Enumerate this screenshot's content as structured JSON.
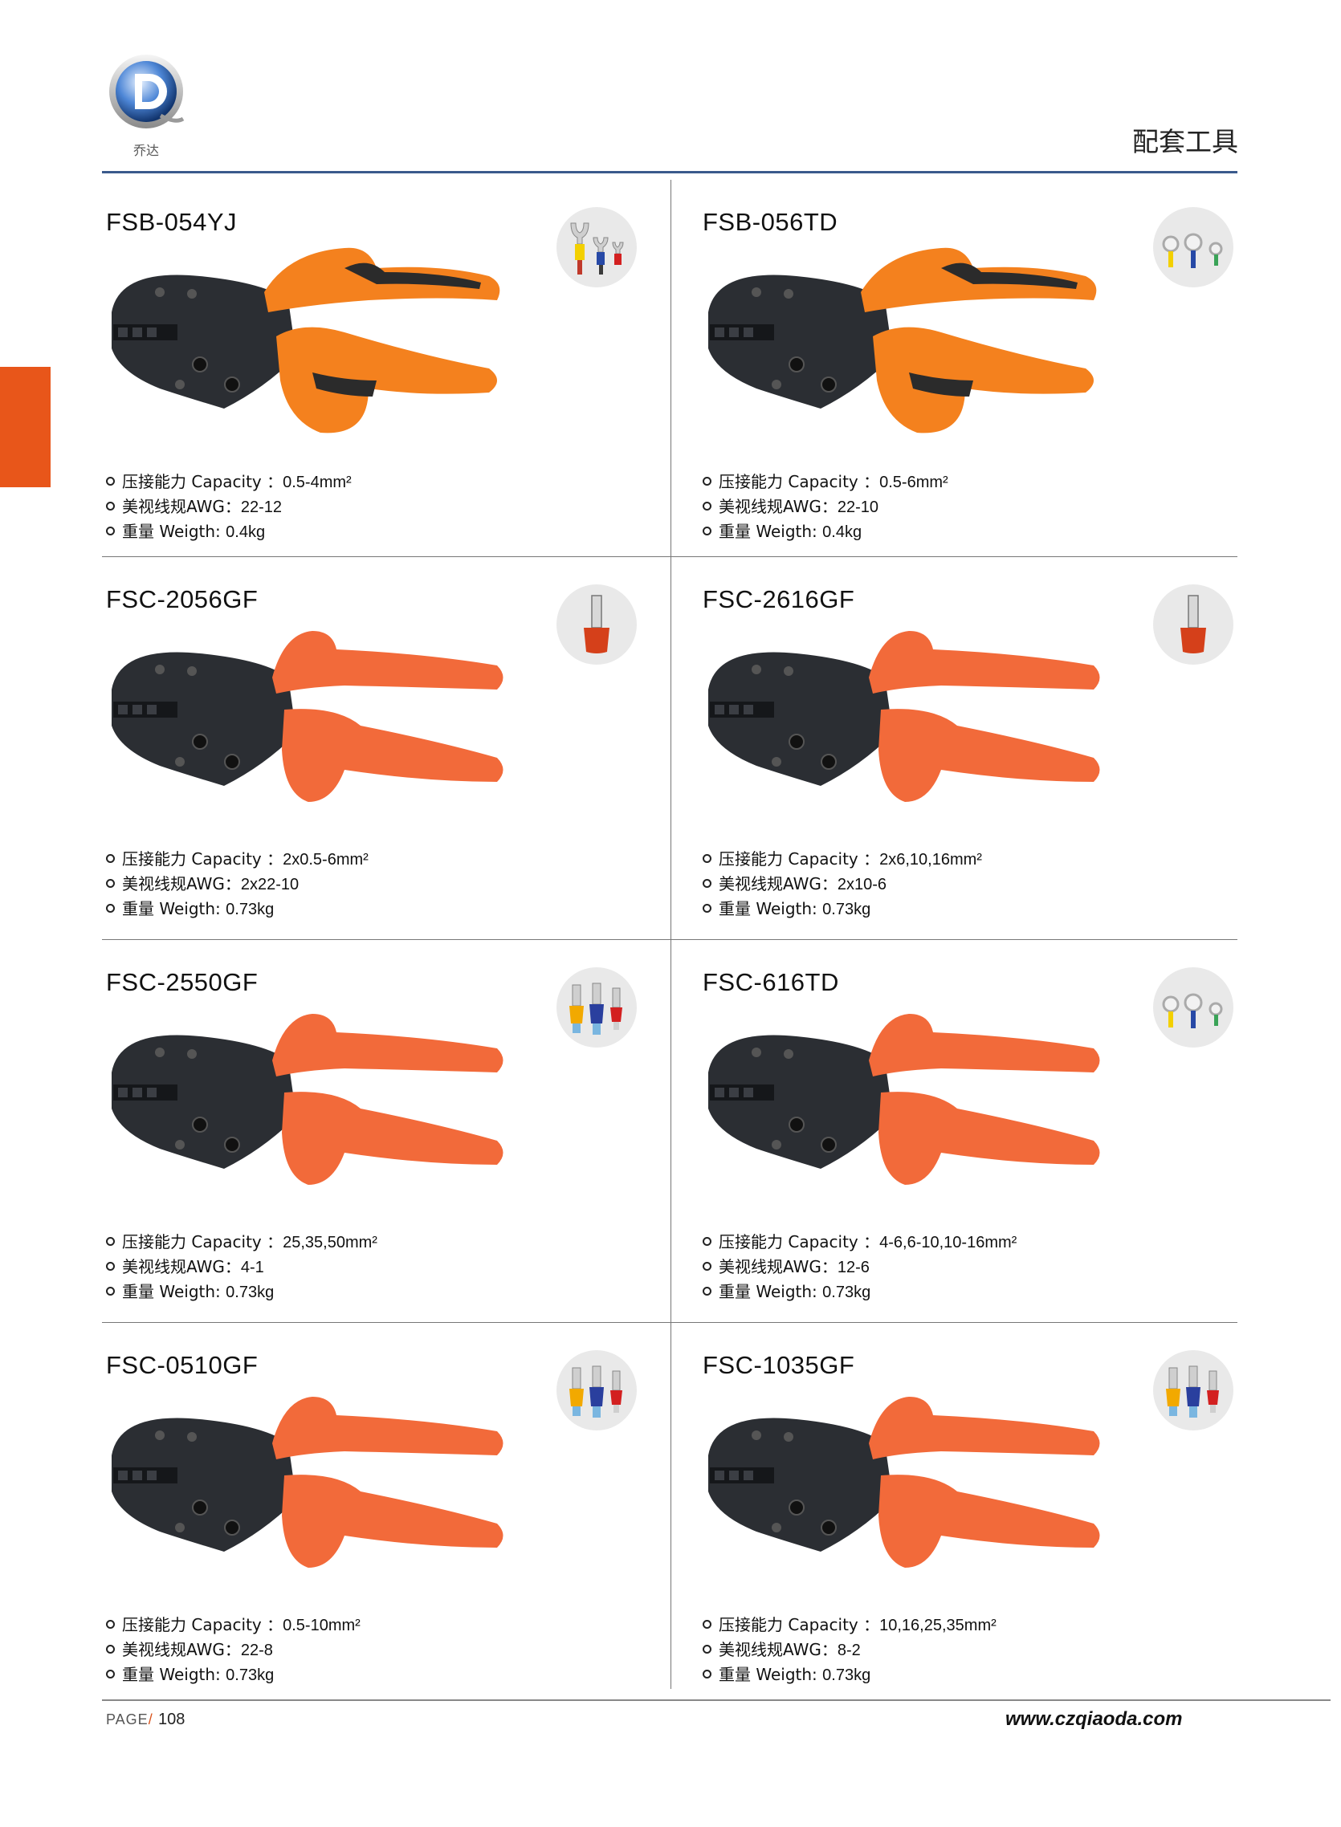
{
  "header": {
    "title": "配套工具",
    "logo_text": "乔达"
  },
  "products": [
    {
      "model": "FSB-054YJ",
      "capacity_value": "0.5-4mm²",
      "awg_value": "22-12",
      "weight_value": "0.4kg",
      "terminal_icon": "fork-terminal-icon",
      "handle_color": "#f4811e",
      "handle_style": "two-tone"
    },
    {
      "model": "FSB-056TD",
      "capacity_value": "0.5-6mm²",
      "awg_value": "22-10",
      "weight_value": "0.4kg",
      "terminal_icon": "ring-terminal-icon",
      "handle_color": "#f4811e",
      "handle_style": "two-tone"
    },
    {
      "model": "FSC-2056GF",
      "capacity_value": "2x0.5-6mm²",
      "awg_value": "2x22-10",
      "weight_value": "0.73kg",
      "terminal_icon": "ferrule-icon",
      "handle_color": "#f26a3a",
      "handle_style": "solid"
    },
    {
      "model": "FSC-2616GF",
      "capacity_value": "2x6,10,16mm²",
      "awg_value": "2x10-6",
      "weight_value": "0.73kg",
      "terminal_icon": "ferrule-icon",
      "handle_color": "#f26a3a",
      "handle_style": "solid"
    },
    {
      "model": "FSC-2550GF",
      "capacity_value": "25,35,50mm²",
      "awg_value": "4-1",
      "weight_value": "0.73kg",
      "terminal_icon": "insulated-ferrules-icon",
      "handle_color": "#f26a3a",
      "handle_style": "solid"
    },
    {
      "model": "FSC-616TD",
      "capacity_value": "4-6,6-10,10-16mm²",
      "awg_value": "12-6",
      "weight_value": "0.73kg",
      "terminal_icon": "ring-terminal-icon",
      "handle_color": "#f26a3a",
      "handle_style": "solid"
    },
    {
      "model": "FSC-0510GF",
      "capacity_value": "0.5-10mm²",
      "awg_value": "22-8",
      "weight_value": "0.73kg",
      "terminal_icon": "insulated-ferrules-icon",
      "handle_color": "#f26a3a",
      "handle_style": "solid"
    },
    {
      "model": "FSC-1035GF",
      "capacity_value": "10,16,25,35mm²",
      "awg_value": "8-2",
      "weight_value": "0.73kg",
      "terminal_icon": "insulated-ferrules-icon",
      "handle_color": "#f26a3a",
      "handle_style": "solid"
    }
  ],
  "labels": {
    "capacity": "压接能力 Capacity ：",
    "awg": "美视线规AWG：",
    "weight": "重量 Weigth: "
  },
  "footer": {
    "page_label": "PAGE",
    "page_slash": "/",
    "page_number": "108",
    "website": "www.czqiaoda.com"
  }
}
